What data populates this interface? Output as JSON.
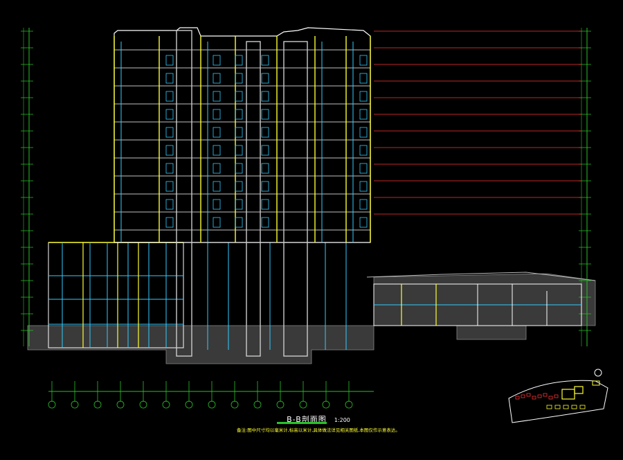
{
  "drawing": {
    "title": "B-B剖面图",
    "scale": "1:200",
    "note": "备注:图中尺寸均以毫米计,标高以米计,具体做法详见相关图纸,本图仅作示意表达。"
  },
  "colors": {
    "background": "#000000",
    "wall": "#ffff33",
    "dimension": "#29c229",
    "glazing": "#33ccff",
    "outline": "#ffffff",
    "leader": "#ff3333",
    "ground": "#777777"
  }
}
